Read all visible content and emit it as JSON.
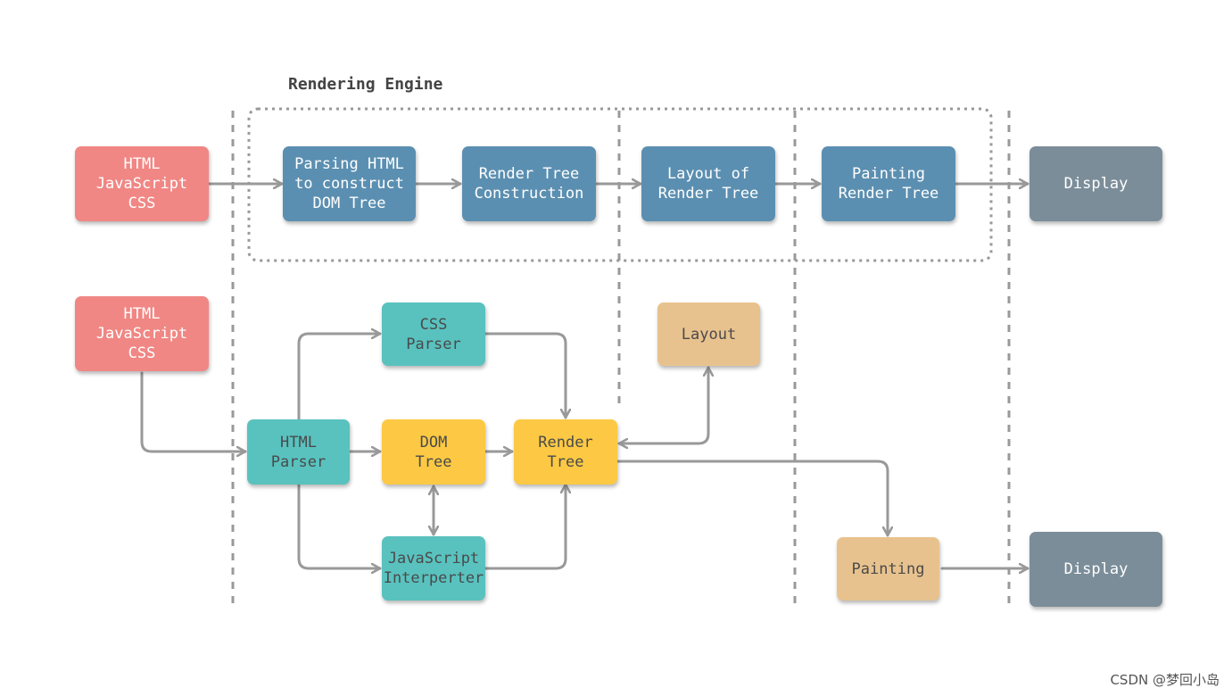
{
  "title": "Rendering Engine",
  "colors": {
    "input": "#f08784",
    "engine": "#5b8fb1",
    "display": "#7b8d99",
    "parser": "#59c2bf",
    "tree": "#fdc944",
    "stage": "#e8c28e",
    "line": "#999999",
    "dash": "#999999"
  },
  "top_row": {
    "input": "HTML\nJavaScript\nCSS",
    "parse": "Parsing HTML\nto construct\nDOM Tree",
    "render_tree": "Render Tree\nConstruction",
    "layout": "Layout of\nRender Tree",
    "painting": "Painting\nRender Tree",
    "display": "Display"
  },
  "bottom_row": {
    "input": "HTML\nJavaScript\nCSS",
    "html_parser": "HTML\nParser",
    "css_parser": "CSS\nParser",
    "dom_tree": "DOM\nTree",
    "js_interpreter": "JavaScript\nInterperter",
    "render_tree": "Render\nTree",
    "layout": "Layout",
    "painting": "Painting",
    "display": "Display"
  },
  "watermark": "CSDN @梦回小岛"
}
